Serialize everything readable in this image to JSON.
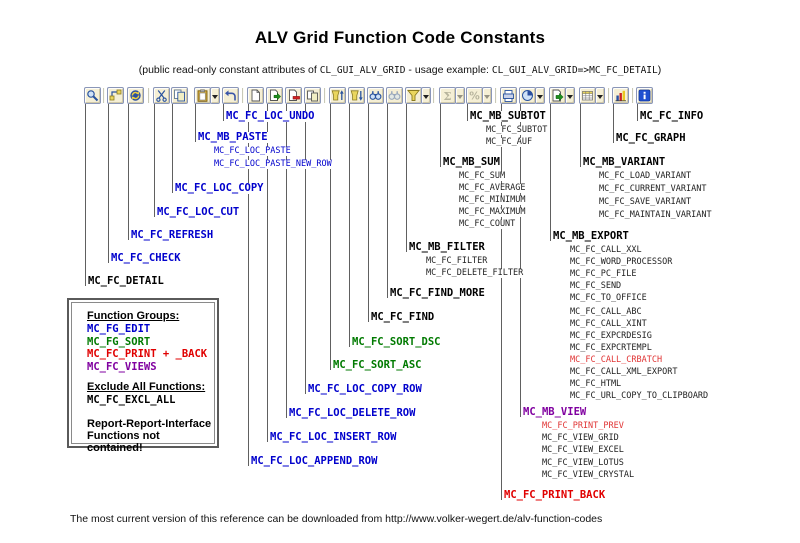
{
  "title": "ALV Grid Function Code Constants",
  "subtitle": {
    "part1": "(public read-only constant attributes of ",
    "code1": "CL_GUI_ALV_GRID",
    "part2": " - usage example: ",
    "code2": "CL_GUI_ALV_GRID=>MC_FC_DETAIL",
    "part3": ")"
  },
  "footer": "The most current version of this reference can be downloaded from http://www.volker-wegert.de/alv-function-codes",
  "colors": {
    "black": "#000000",
    "blue": "#0000cc",
    "green": "#007a00",
    "red": "#e00000",
    "red_light": "#e03535",
    "purple": "#8000a0",
    "sub": "#222222"
  },
  "legend": {
    "heading_groups": "Function Groups:",
    "groups": [
      {
        "label": "MC_FG_EDIT",
        "color": "blue"
      },
      {
        "label": "MC_FG_SORT",
        "color": "green"
      },
      {
        "label": "MC_FC_PRINT + _BACK",
        "color": "red"
      },
      {
        "label": "MC_FC_VIEWS",
        "color": "purple"
      }
    ],
    "heading_exclude": "Exclude All Functions:",
    "exclude_label": "MC_FC_EXCL_ALL",
    "note_line1": "Report-Report-Interface",
    "note_line2": "Functions not contained!"
  },
  "toolbar": {
    "buttons": [
      {
        "name": "detail",
        "icon": "magnifier-icon"
      },
      {
        "name": "check",
        "icon": "check-icon"
      },
      {
        "name": "refresh",
        "icon": "refresh-icon"
      },
      {
        "name": "cut",
        "icon": "scissors-icon"
      },
      {
        "name": "copy",
        "icon": "copy-icon"
      },
      {
        "name": "paste",
        "icon": "clipboard-icon",
        "dropdown": true
      },
      {
        "name": "undo",
        "icon": "undo-arrow-icon"
      },
      {
        "name": "append-row",
        "icon": "new-document-icon"
      },
      {
        "name": "insert-row",
        "icon": "insert-row-icon"
      },
      {
        "name": "delete-row",
        "icon": "delete-row-icon"
      },
      {
        "name": "copy-row",
        "icon": "duplicate-row-icon"
      },
      {
        "name": "sort-asc",
        "icon": "sort-ascending-icon"
      },
      {
        "name": "sort-desc",
        "icon": "sort-descending-icon"
      },
      {
        "name": "find",
        "icon": "binoculars-icon"
      },
      {
        "name": "find-more",
        "icon": "binoculars-icon",
        "disabled": true
      },
      {
        "name": "filter",
        "icon": "funnel-icon",
        "dropdown": true
      },
      {
        "name": "sum",
        "icon": "sigma-icon",
        "dropdown": true,
        "disabled": true
      },
      {
        "name": "subtotal",
        "icon": "percent-icon",
        "dropdown": true,
        "disabled": true
      },
      {
        "name": "print",
        "icon": "printer-icon"
      },
      {
        "name": "views",
        "icon": "views-icon",
        "dropdown": true
      },
      {
        "name": "export",
        "icon": "export-icon",
        "dropdown": true
      },
      {
        "name": "variant",
        "icon": "layout-grid-icon",
        "dropdown": true
      },
      {
        "name": "graph",
        "icon": "bar-chart-icon"
      },
      {
        "name": "info",
        "icon": "info-icon"
      }
    ]
  },
  "callouts": [
    {
      "name": "detail",
      "label": "MC_FC_DETAIL",
      "color": "black",
      "children": []
    },
    {
      "name": "check",
      "label": "MC_FC_CHECK",
      "color": "blue",
      "children": []
    },
    {
      "name": "refresh",
      "label": "MC_FC_REFRESH",
      "color": "blue",
      "children": []
    },
    {
      "name": "cut",
      "label": "MC_FC_LOC_CUT",
      "color": "blue",
      "children": []
    },
    {
      "name": "copy",
      "label": "MC_FC_LOC_COPY",
      "color": "blue",
      "children": []
    },
    {
      "name": "paste",
      "label": "MC_MB_PASTE",
      "color": "blue",
      "children": [
        {
          "label": "MC_FC_LOC_PASTE",
          "color": "blue"
        },
        {
          "label": "MC_FC_LOC_PASTE_NEW_ROW",
          "color": "blue"
        }
      ]
    },
    {
      "name": "undo",
      "label": "MC_FC_LOC_UNDO",
      "color": "blue",
      "children": []
    },
    {
      "name": "append-row",
      "label": "MC_FC_LOC_APPEND_ROW",
      "color": "blue",
      "children": []
    },
    {
      "name": "insert-row",
      "label": "MC_FC_LOC_INSERT_ROW",
      "color": "blue",
      "children": []
    },
    {
      "name": "delete-row",
      "label": "MC_FC_LOC_DELETE_ROW",
      "color": "blue",
      "children": []
    },
    {
      "name": "copy-row",
      "label": "MC_FC_LOC_COPY_ROW",
      "color": "blue",
      "children": []
    },
    {
      "name": "sort-asc",
      "label": "MC_FC_SORT_ASC",
      "color": "green",
      "children": []
    },
    {
      "name": "sort-desc",
      "label": "MC_FC_SORT_DSC",
      "color": "green",
      "children": []
    },
    {
      "name": "find",
      "label": "MC_FC_FIND",
      "color": "black",
      "children": []
    },
    {
      "name": "find-more",
      "label": "MC_FC_FIND_MORE",
      "color": "black",
      "children": []
    },
    {
      "name": "filter",
      "label": "MC_MB_FILTER",
      "color": "black",
      "children": [
        {
          "label": "MC_FC_FILTER",
          "color": "sub"
        },
        {
          "label": "MC_FC_DELETE_FILTER",
          "color": "sub"
        }
      ]
    },
    {
      "name": "sum",
      "label": "MC_MB_SUM",
      "color": "black",
      "children": [
        {
          "label": "MC_FC_SUM",
          "color": "sub"
        },
        {
          "label": "MC_FC_AVERAGE",
          "color": "sub"
        },
        {
          "label": "MC_FC_MINIMUM",
          "color": "sub"
        },
        {
          "label": "MC_FC_MAXIMUM",
          "color": "sub"
        },
        {
          "label": "MC_FC_COUNT",
          "color": "sub"
        }
      ]
    },
    {
      "name": "subtotal",
      "label": "MC_MB_SUBTOT",
      "color": "black",
      "children": [
        {
          "label": "MC_FC_SUBTOT",
          "color": "sub"
        },
        {
          "label": "MC_FC_AUF",
          "color": "sub"
        }
      ]
    },
    {
      "name": "print",
      "label": "MC_FC_PRINT_BACK",
      "color": "red",
      "children": []
    },
    {
      "name": "views",
      "label": "MC_MB_VIEW",
      "color": "purple",
      "children": [
        {
          "label": "MC_FC_PRINT_PREV",
          "color": "red_light"
        },
        {
          "label": "MC_FC_VIEW_GRID",
          "color": "sub"
        },
        {
          "label": "MC_FC_VIEW_EXCEL",
          "color": "sub"
        },
        {
          "label": "MC_FC_VIEW_LOTUS",
          "color": "sub"
        },
        {
          "label": "MC_FC_VIEW_CRYSTAL",
          "color": "sub"
        }
      ]
    },
    {
      "name": "export",
      "label": "MC_MB_EXPORT",
      "color": "black",
      "children": [
        {
          "label": "MC_FC_CALL_XXL",
          "color": "sub"
        },
        {
          "label": "MC_FC_WORD_PROCESSOR",
          "color": "sub"
        },
        {
          "label": "MC_FC_PC_FILE",
          "color": "sub"
        },
        {
          "label": "MC_FC_SEND",
          "color": "sub"
        },
        {
          "label": "MC_FC_TO_OFFICE",
          "color": "sub"
        },
        {
          "label": "MC_FC_CALL_ABC",
          "color": "sub"
        },
        {
          "label": "MC_FC_CALL_XINT",
          "color": "sub"
        },
        {
          "label": "MC_FC_EXPCRDESIG",
          "color": "sub"
        },
        {
          "label": "MC_FC_EXPCRTEMPL",
          "color": "sub"
        },
        {
          "label": "MC_FC_CALL_CRBATCH",
          "color": "red_light"
        },
        {
          "label": "MC_FC_CALL_XML_EXPORT",
          "color": "sub"
        },
        {
          "label": "MC_FC_HTML",
          "color": "sub"
        },
        {
          "label": "MC_FC_URL_COPY_TO_CLIPBOARD",
          "color": "sub"
        }
      ]
    },
    {
      "name": "variant",
      "label": "MC_MB_VARIANT",
      "color": "black",
      "children": [
        {
          "label": "MC_FC_LOAD_VARIANT",
          "color": "sub"
        },
        {
          "label": "MC_FC_CURRENT_VARIANT",
          "color": "sub"
        },
        {
          "label": "MC_FC_SAVE_VARIANT",
          "color": "sub"
        },
        {
          "label": "MC_FC_MAINTAIN_VARIANT",
          "color": "sub"
        }
      ]
    },
    {
      "name": "graph",
      "label": "MC_FC_GRAPH",
      "color": "black",
      "children": []
    },
    {
      "name": "info",
      "label": "MC_FC_INFO",
      "color": "black",
      "children": []
    }
  ]
}
